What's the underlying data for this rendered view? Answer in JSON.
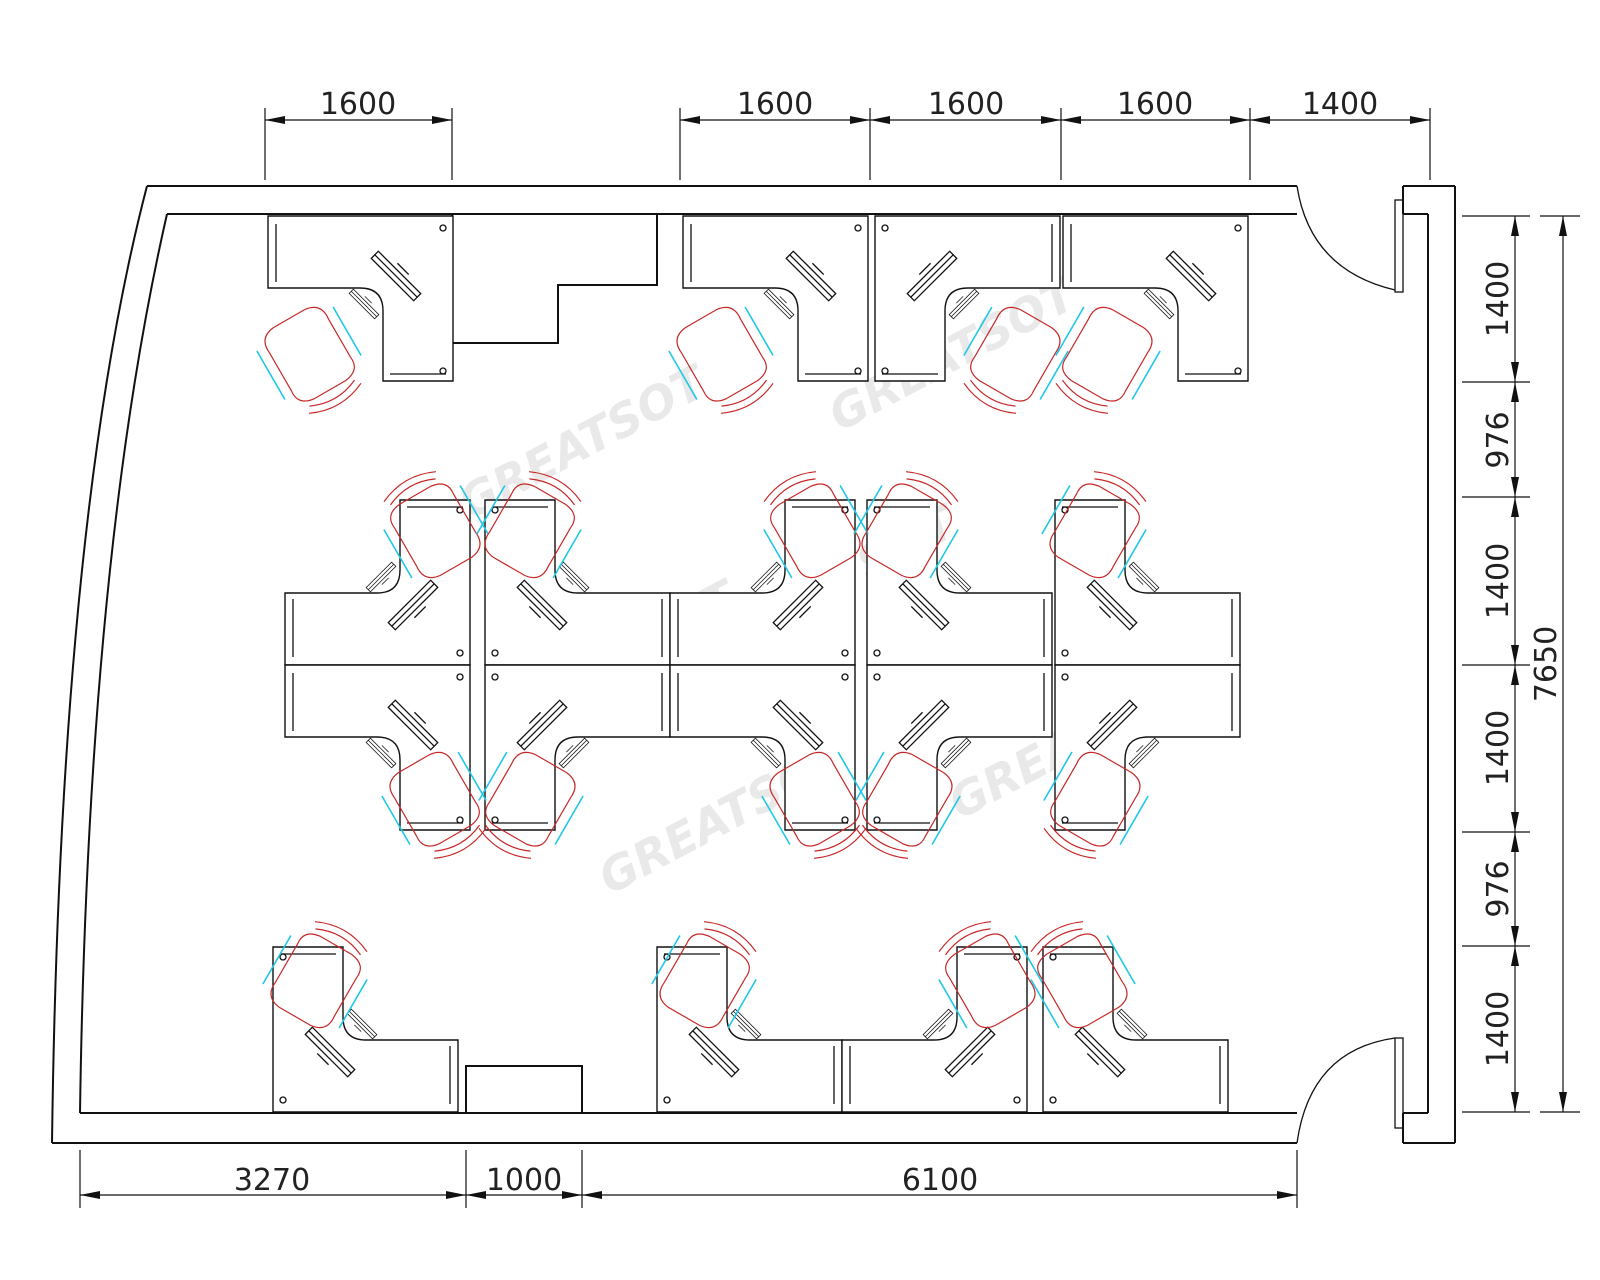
{
  "diagram": {
    "dimensions_top": [
      "1600",
      "1600",
      "1600",
      "1600",
      "1400"
    ],
    "dimensions_bottom": [
      "3270",
      "1000",
      "6100"
    ],
    "dimensions_right": [
      "1400",
      "976",
      "1400",
      "1400",
      "976",
      "1400"
    ],
    "dimension_overall": "7650",
    "watermark": "GREATSOT",
    "colors": {
      "lines": "#111111",
      "chair_outline": "#c62828",
      "chair_arm": "#1ec8e6"
    }
  }
}
